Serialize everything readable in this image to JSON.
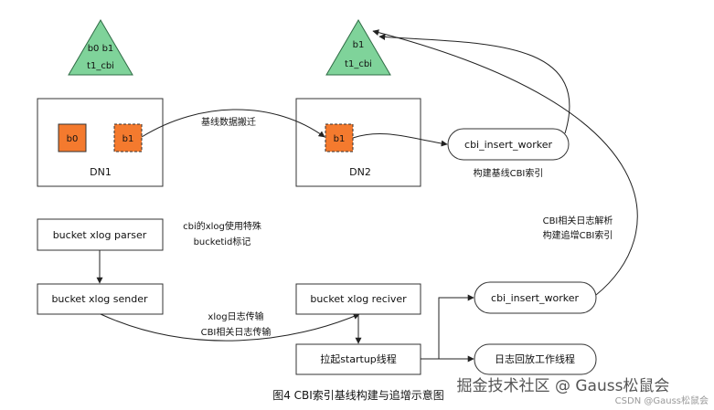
{
  "colors": {
    "triangle_fill": "#7fd39a",
    "triangle_stroke": "#2f6b45",
    "block_fill": "#f47a2e",
    "line": "#222222",
    "box_stroke": "#333333"
  },
  "triangle_left": {
    "line1": "b0 b1",
    "line2": "t1_cbi"
  },
  "triangle_right": {
    "line1": "b1",
    "line2": "t1_cbi"
  },
  "dn1": {
    "label": "DN1",
    "block_b0": "b0",
    "block_b1": "b1"
  },
  "dn2": {
    "label": "DN2",
    "block_b1": "b1"
  },
  "edge_baseline_move": "基线数据搬迁",
  "cbi_worker_top": {
    "label": "cbi_insert_worker",
    "caption": "构建基线CBI索引"
  },
  "edge_cbi_parse": {
    "line1": "CBI相关日志解析",
    "line2": "构建追增CBI索引"
  },
  "parser": {
    "label": "bucket xlog parser"
  },
  "parser_note": {
    "line1": "cbi的xlog使用特殊",
    "line2": "bucketid标记"
  },
  "sender": {
    "label": "bucket xlog sender"
  },
  "edge_xlog_transfer": {
    "line1": "xlog日志传输",
    "line2": "CBI相关日志传输"
  },
  "receiver": {
    "label": "bucket xlog reciver"
  },
  "startup": {
    "label": "拉起startup线程"
  },
  "cbi_worker_bottom": {
    "label": "cbi_insert_worker"
  },
  "replay_worker": {
    "label": "日志回放工作线程"
  },
  "figure_caption": "图4 CBI索引基线构建与追增示意图",
  "watermark": {
    "main": "掘金技术社区 @ Gauss松鼠会",
    "sub": "CSDN @Gauss松鼠会"
  }
}
